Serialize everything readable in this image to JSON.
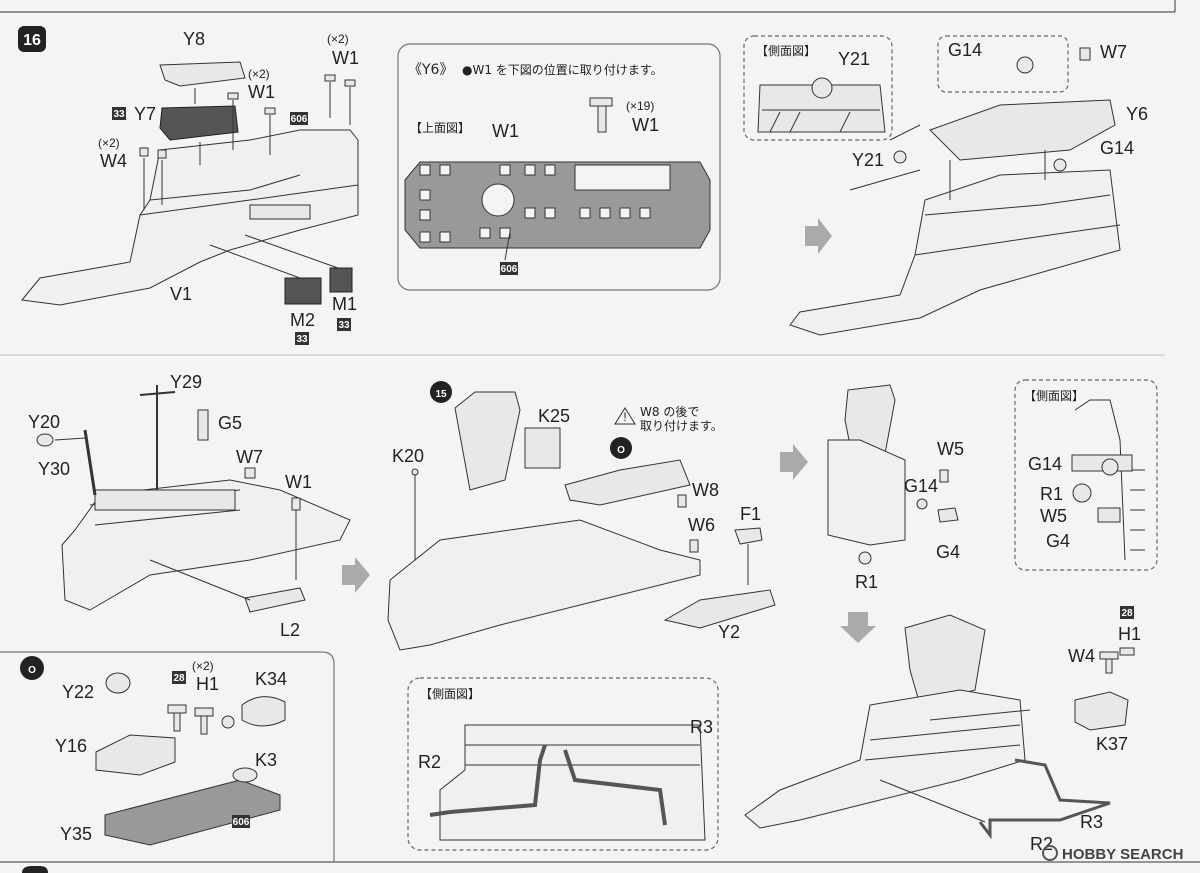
{
  "sections": {
    "step16": "16",
    "step15": "15",
    "sub_o": "O"
  },
  "labels": {
    "y8": "Y8",
    "w1_top_count": "(×2)",
    "w1_top": "W1",
    "w1_mid_count": "(×2)",
    "w1_mid": "W1",
    "y7": "Y7",
    "w4_count": "(×2)",
    "w4": "W4",
    "v1": "V1",
    "m2": "M2",
    "m1": "M1",
    "y6_title": "《Y6》",
    "y6_note": "●W1 を下図の位置に取り付けます。",
    "w1_x19": "(×19)",
    "w1_right": "W1",
    "top_view": "【上面図】",
    "w1_top_view": "W1",
    "side_view_1": "【側面図】",
    "y21_a": "Y21",
    "g14_a": "G14",
    "w7_a": "W7",
    "y6_a": "Y6",
    "y21_b": "Y21",
    "g14_b": "G14",
    "y29": "Y29",
    "y20": "Y20",
    "g5": "G5",
    "y30": "Y30",
    "w7_b": "W7",
    "w1_b": "W1",
    "l2": "L2",
    "k25": "K25",
    "k20": "K20",
    "w8_warn_1": "W8 の後で",
    "w8_warn_2": "取り付けます。",
    "w8": "W8",
    "w6": "W6",
    "f1": "F1",
    "y2": "Y2",
    "w5_a": "W5",
    "g14_c": "G14",
    "g4_a": "G4",
    "r1_a": "R1",
    "side_view_2": "【側面図】",
    "g14_d": "G14",
    "r1_b": "R1",
    "w5_b": "W5",
    "g4_b": "G4",
    "y22": "Y22",
    "h1_count": "(×2)",
    "h1": "H1",
    "k34": "K34",
    "y16": "Y16",
    "k3": "K3",
    "y35": "Y35",
    "side_view_3": "【側面図】",
    "r2": "R2",
    "r3": "R3",
    "w4_b": "W4",
    "h1_b": "H1",
    "k37": "K37",
    "r3_b": "R3",
    "r2_b": "R2"
  },
  "badges": {
    "c33_y7": "33",
    "c606_a": "606",
    "c33_m2": "33",
    "c33_m1": "33",
    "c606_b": "606",
    "c28_h1": "28",
    "c606_c": "606",
    "c28_h1b": "28"
  },
  "watermark": "HOBBY SEARCH",
  "colors": {
    "paper": "#f4f4f3",
    "ink": "#222222",
    "badge": "#333333",
    "arrow": "#aaaaaa"
  }
}
